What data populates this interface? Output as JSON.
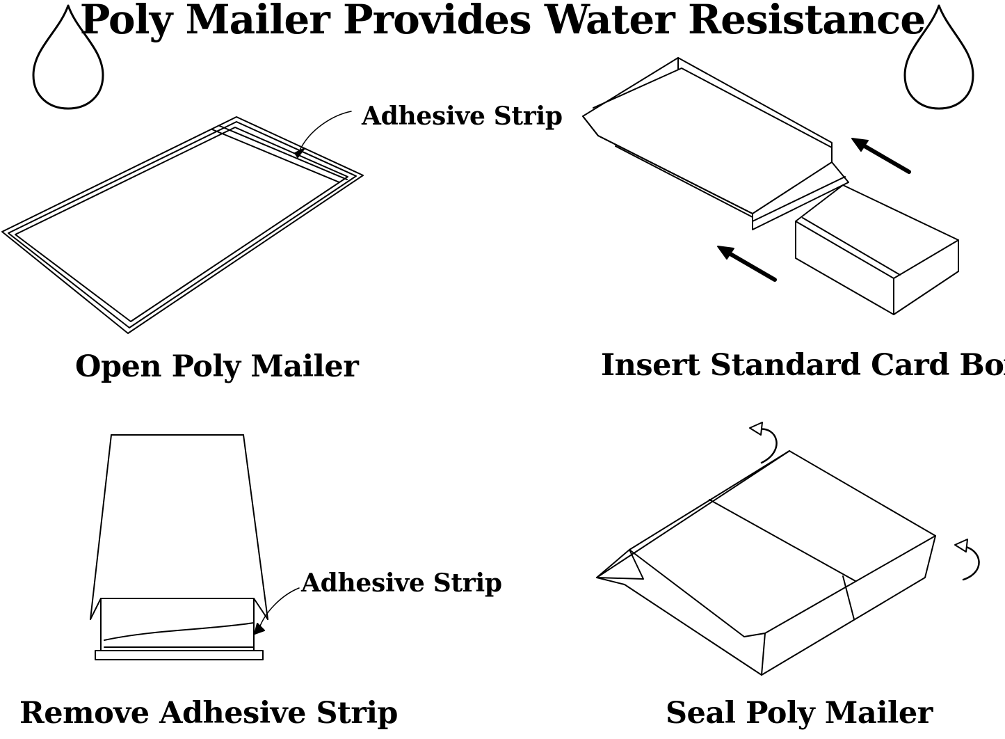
{
  "title": "Poly Mailer Provides Water Resistance",
  "steps": [
    {
      "caption": "Open Poly Mailer"
    },
    {
      "caption": "Insert Standard Card Box"
    },
    {
      "caption": "Remove Adhesive Strip"
    },
    {
      "caption": "Seal Poly Mailer"
    }
  ],
  "callouts": {
    "adhesive_strip_top": "Adhesive Strip",
    "adhesive_strip_bottom": "Adhesive Strip"
  },
  "icons": [
    "water-drop-icon",
    "water-drop-icon",
    "arrow-icon",
    "arrow-icon",
    "curved-arrow-icon",
    "curved-arrow-icon"
  ]
}
